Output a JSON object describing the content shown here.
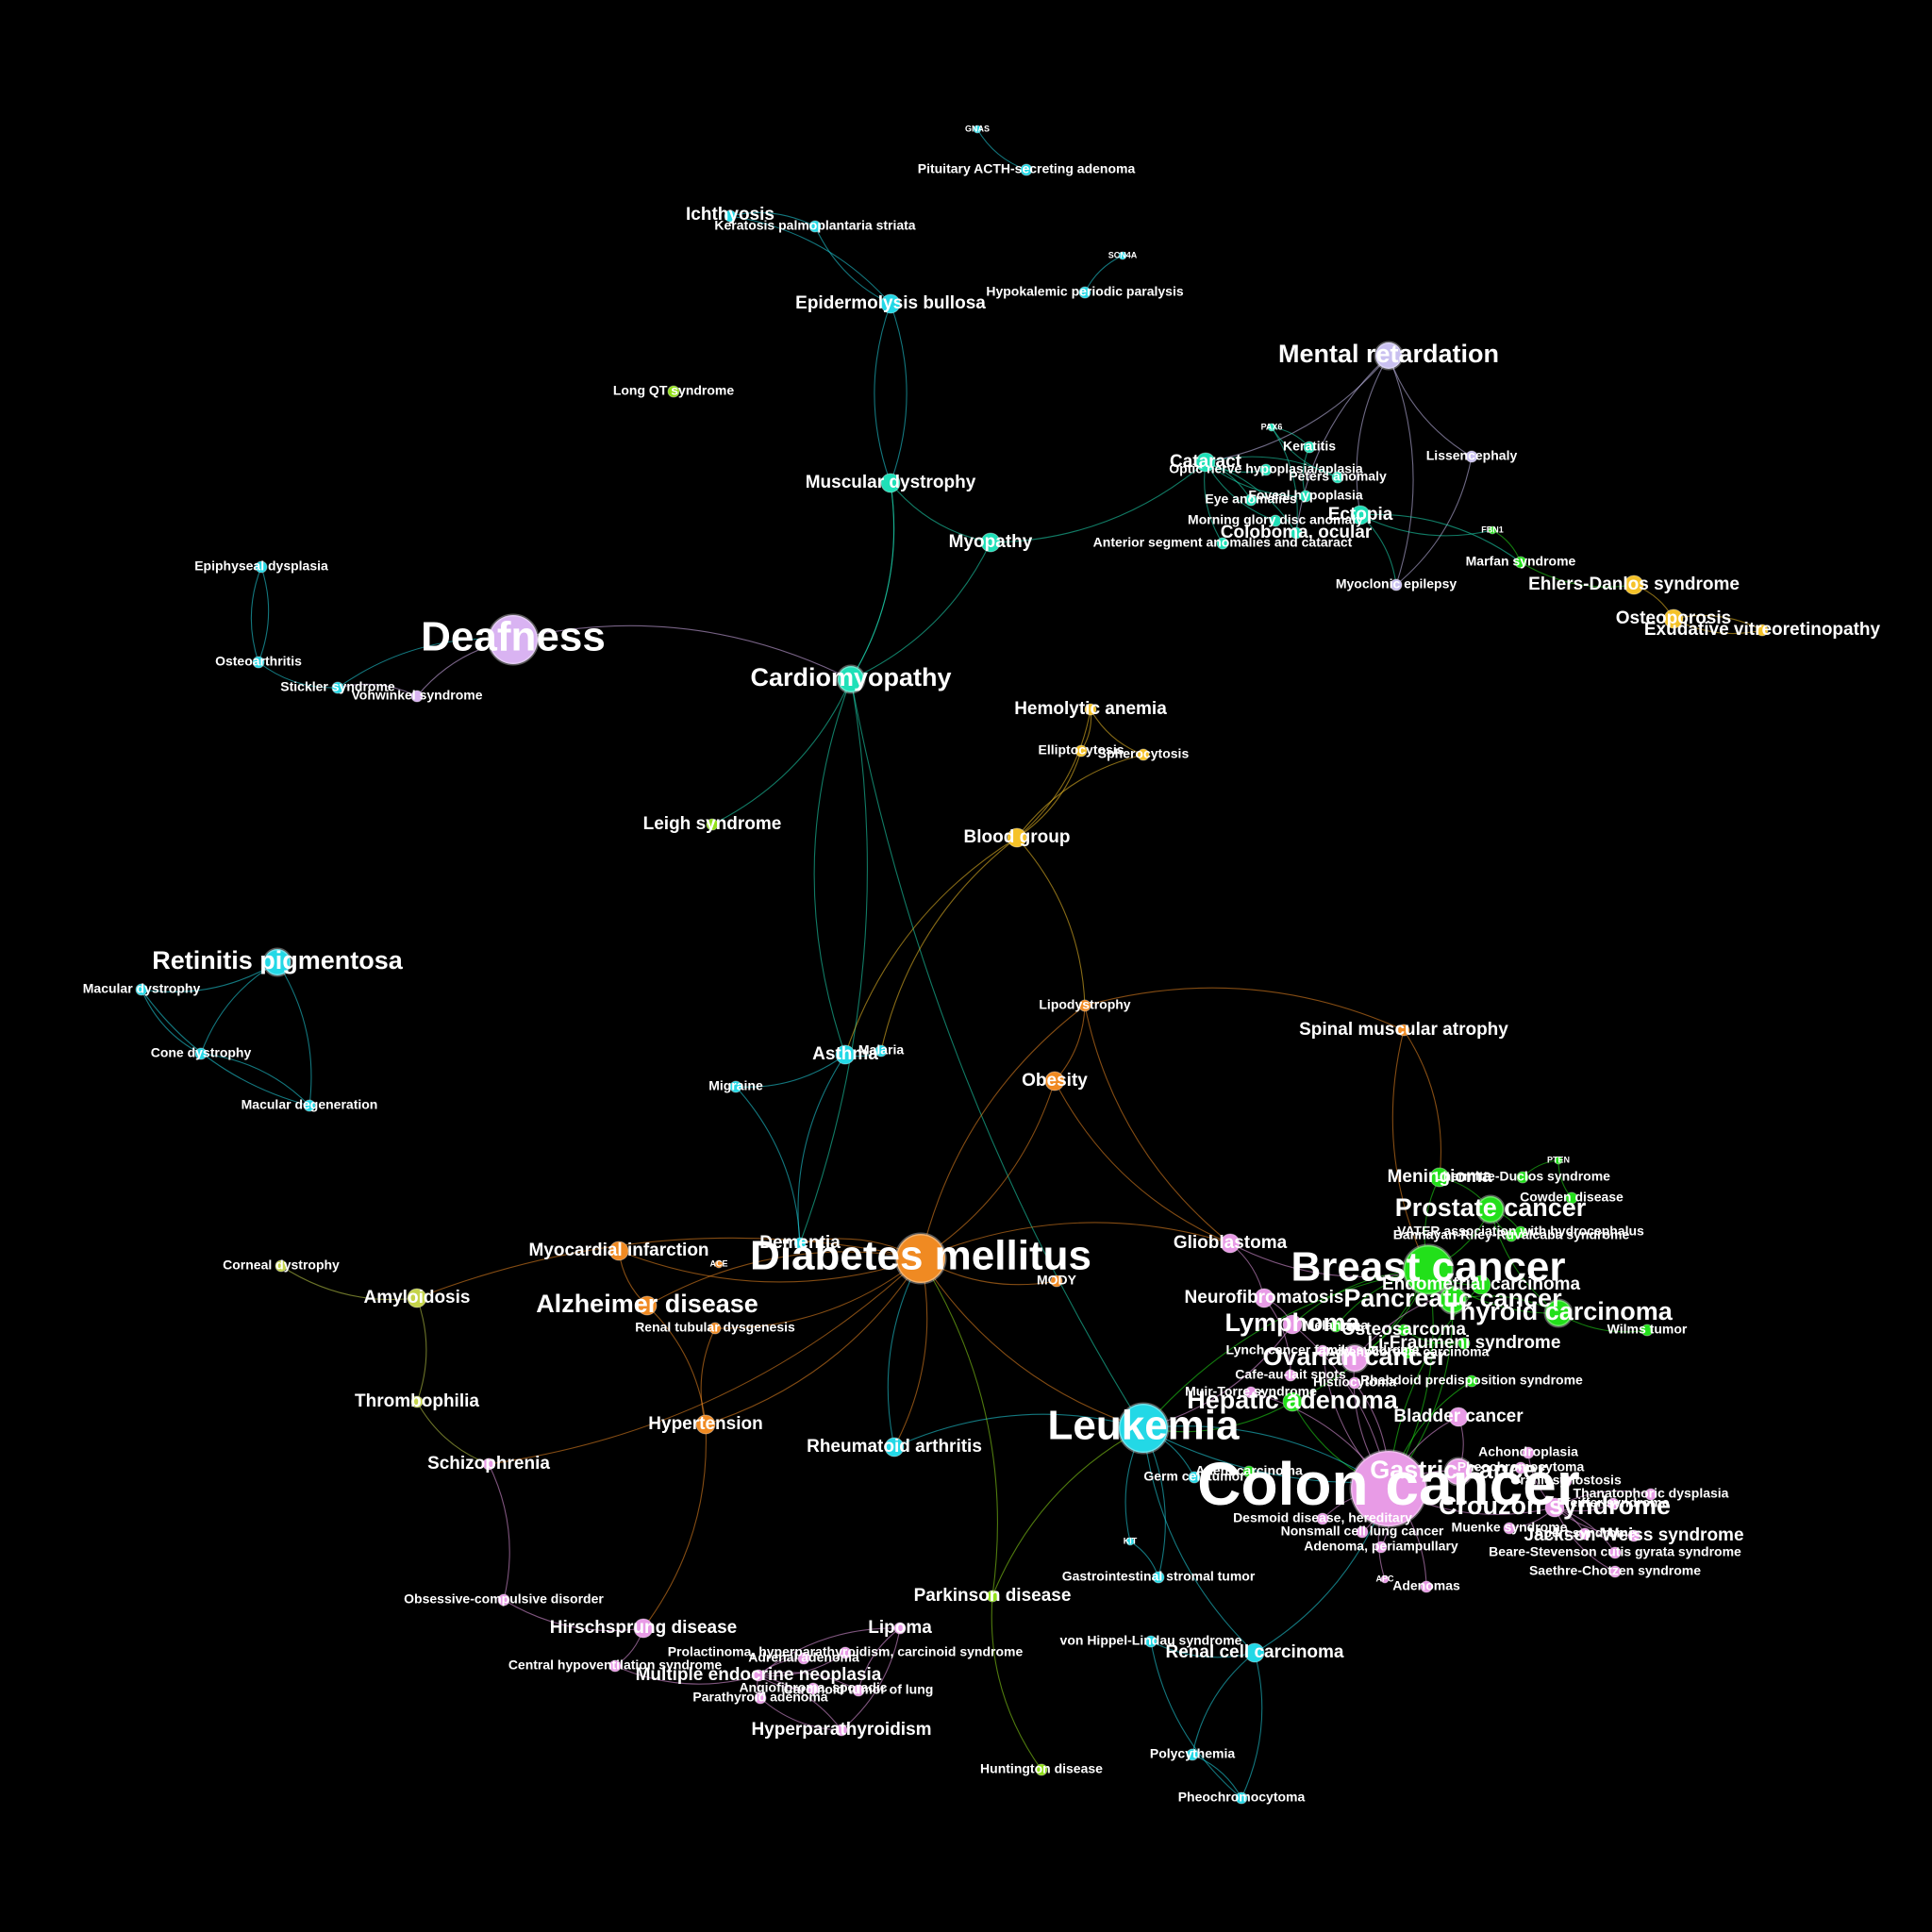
{
  "colors": {
    "background": "#000000",
    "cyan": "#23d8e6",
    "teal": "#1fe0b8",
    "lavender": "#c9c0f0",
    "purple": "#d9b3f2",
    "green": "#22e01a",
    "lime": "#92e019",
    "yellow": "#f5c228",
    "orange": "#f08a22",
    "pink": "#e89be6",
    "olive": "#c5d44a",
    "label": "#ffffff"
  },
  "graph": {
    "nodes": [
      {
        "id": "gnas",
        "label": "GNAS",
        "color": "cyan",
        "size": "tiny",
        "tier": 0
      },
      {
        "id": "pit",
        "label": "Pituitary ACTH-secreting adenoma",
        "color": "cyan",
        "size": "small",
        "tier": 1
      },
      {
        "id": "ichthyosis",
        "label": "Ichthyosis",
        "color": "cyan",
        "size": "small",
        "tier": 2
      },
      {
        "id": "keratosis",
        "label": "Keratosis palmoplantaria striata",
        "color": "cyan",
        "size": "small",
        "tier": 1
      },
      {
        "id": "scn4a",
        "label": "SCN4A",
        "color": "cyan",
        "size": "tiny",
        "tier": 0
      },
      {
        "id": "hypokal",
        "label": "Hypokalemic periodic paralysis",
        "color": "cyan",
        "size": "small",
        "tier": 1
      },
      {
        "id": "epiderm",
        "label": "Epidermolysis bullosa",
        "color": "cyan",
        "size": "medium",
        "tier": 2
      },
      {
        "id": "longqt",
        "label": "Long QT syndrome",
        "color": "lime",
        "size": "small",
        "tier": 1
      },
      {
        "id": "mental",
        "label": "Mental retardation",
        "color": "lavender",
        "size": "large",
        "tier": 3
      },
      {
        "id": "pax6",
        "label": "PAX6",
        "color": "teal",
        "size": "tiny",
        "tier": 0
      },
      {
        "id": "keratitis",
        "label": "Keratitis",
        "color": "teal",
        "size": "small",
        "tier": 1
      },
      {
        "id": "cataract",
        "label": "Cataract",
        "color": "teal",
        "size": "medium",
        "tier": 2
      },
      {
        "id": "optic",
        "label": "Optic nerve hypoplasia/aplasia",
        "color": "teal",
        "size": "small",
        "tier": 1
      },
      {
        "id": "peters",
        "label": "Peters anomaly",
        "color": "teal",
        "size": "small",
        "tier": 1
      },
      {
        "id": "lissen",
        "label": "Lissencephaly",
        "color": "lavender",
        "size": "small",
        "tier": 1
      },
      {
        "id": "muscular",
        "label": "Muscular dystrophy",
        "color": "teal",
        "size": "medium",
        "tier": 2
      },
      {
        "id": "foveal",
        "label": "Foveal hypoplasia",
        "color": "teal",
        "size": "small",
        "tier": 1
      },
      {
        "id": "eyeanom",
        "label": "Eye anomalies",
        "color": "teal",
        "size": "small",
        "tier": 1
      },
      {
        "id": "ectopia",
        "label": "Ectopia",
        "color": "teal",
        "size": "medium",
        "tier": 2
      },
      {
        "id": "morning",
        "label": "Morning glory disc anomaly",
        "color": "teal",
        "size": "small",
        "tier": 1
      },
      {
        "id": "coloboma",
        "label": "Coloboma, ocular",
        "color": "teal",
        "size": "small",
        "tier": 2
      },
      {
        "id": "myopathy",
        "label": "Myopathy",
        "color": "teal",
        "size": "medium",
        "tier": 2
      },
      {
        "id": "anterior",
        "label": "Anterior segment anomalies and cataract",
        "color": "teal",
        "size": "small",
        "tier": 1
      },
      {
        "id": "fbn1",
        "label": "FBN1",
        "color": "green",
        "size": "tiny",
        "tier": 0
      },
      {
        "id": "marfan",
        "label": "Marfan syndrome",
        "color": "green",
        "size": "small",
        "tier": 1
      },
      {
        "id": "myoclonic",
        "label": "Myoclonic epilepsy",
        "color": "lavender",
        "size": "small",
        "tier": 1
      },
      {
        "id": "ehlers",
        "label": "Ehlers-Danlos syndrome",
        "color": "yellow",
        "size": "medium",
        "tier": 2
      },
      {
        "id": "osteoporosis",
        "label": "Osteoporosis",
        "color": "yellow",
        "size": "medium",
        "tier": 2
      },
      {
        "id": "exudative",
        "label": "Exudative vitreoretinopathy",
        "color": "yellow",
        "size": "small",
        "tier": 2
      },
      {
        "id": "epiphyseal",
        "label": "Epiphyseal dysplasia",
        "color": "cyan",
        "size": "small",
        "tier": 1
      },
      {
        "id": "deafness",
        "label": "Deafness",
        "color": "purple",
        "size": "huge",
        "tier": 4
      },
      {
        "id": "osteoarthritis",
        "label": "Osteoarthritis",
        "color": "cyan",
        "size": "small",
        "tier": 1
      },
      {
        "id": "stickler",
        "label": "Stickler syndrome",
        "color": "cyan",
        "size": "small",
        "tier": 1
      },
      {
        "id": "vohwinkel",
        "label": "Vohwinkel syndrome",
        "color": "purple",
        "size": "small",
        "tier": 1
      },
      {
        "id": "cardiomyopathy",
        "label": "Cardiomyopathy",
        "color": "teal",
        "size": "large",
        "tier": 3
      },
      {
        "id": "hemolytic",
        "label": "Hemolytic anemia",
        "color": "yellow",
        "size": "small",
        "tier": 2
      },
      {
        "id": "elliptocytosis",
        "label": "Elliptocytosis",
        "color": "yellow",
        "size": "small",
        "tier": 1
      },
      {
        "id": "spherocytosis",
        "label": "Spherocytosis",
        "color": "yellow",
        "size": "small",
        "tier": 1
      },
      {
        "id": "leigh",
        "label": "Leigh syndrome",
        "color": "lime",
        "size": "small",
        "tier": 2
      },
      {
        "id": "bloodgroup",
        "label": "Blood group",
        "color": "yellow",
        "size": "medium",
        "tier": 2
      },
      {
        "id": "retinitis",
        "label": "Retinitis pigmentosa",
        "color": "cyan",
        "size": "large",
        "tier": 3
      },
      {
        "id": "macdys",
        "label": "Macular dystrophy",
        "color": "cyan",
        "size": "small",
        "tier": 1
      },
      {
        "id": "conedys",
        "label": "Cone dystrophy",
        "color": "cyan",
        "size": "small",
        "tier": 1
      },
      {
        "id": "macdeg",
        "label": "Macular degeneration",
        "color": "cyan",
        "size": "small",
        "tier": 1
      },
      {
        "id": "lipodystrophy",
        "label": "Lipodystrophy",
        "color": "orange",
        "size": "small",
        "tier": 1
      },
      {
        "id": "sma",
        "label": "Spinal muscular atrophy",
        "color": "orange",
        "size": "small",
        "tier": 2
      },
      {
        "id": "asthma",
        "label": "Asthma",
        "color": "cyan",
        "size": "medium",
        "tier": 2
      },
      {
        "id": "malaria",
        "label": "Malaria",
        "color": "cyan",
        "size": "small",
        "tier": 1
      },
      {
        "id": "obesity",
        "label": "Obesity",
        "color": "orange",
        "size": "medium",
        "tier": 2
      },
      {
        "id": "migraine",
        "label": "Migraine",
        "color": "cyan",
        "size": "small",
        "tier": 1
      },
      {
        "id": "corneal",
        "label": "Corneal dystrophy",
        "color": "olive",
        "size": "small",
        "tier": 1
      },
      {
        "id": "amyloidosis",
        "label": "Amyloidosis",
        "color": "olive",
        "size": "medium",
        "tier": 2
      },
      {
        "id": "myocardial",
        "label": "Myocardial infarction",
        "color": "orange",
        "size": "medium",
        "tier": 2
      },
      {
        "id": "ace",
        "label": "ACE",
        "color": "orange",
        "size": "tiny",
        "tier": 0
      },
      {
        "id": "dementia",
        "label": "Dementia",
        "color": "cyan",
        "size": "small",
        "tier": 2
      },
      {
        "id": "diabetes",
        "label": "Diabetes mellitus",
        "color": "orange",
        "size": "huge",
        "tier": 4
      },
      {
        "id": "glioblastoma",
        "label": "Glioblastoma",
        "color": "pink",
        "size": "medium",
        "tier": 2
      },
      {
        "id": "mody",
        "label": "MODY",
        "color": "orange",
        "size": "small",
        "tier": 1
      },
      {
        "id": "alzheimer",
        "label": "Alzheimer disease",
        "color": "orange",
        "size": "medium",
        "tier": 3
      },
      {
        "id": "renaltub",
        "label": "Renal tubular dysgenesis",
        "color": "orange",
        "size": "small",
        "tier": 1
      },
      {
        "id": "meningioma",
        "label": "Meningioma",
        "color": "green",
        "size": "medium",
        "tier": 2
      },
      {
        "id": "lhermitte",
        "label": "Lhermitte-Duclos syndrome",
        "color": "green",
        "size": "small",
        "tier": 1
      },
      {
        "id": "pten",
        "label": "PTEN",
        "color": "green",
        "size": "tiny",
        "tier": 0
      },
      {
        "id": "cowden",
        "label": "Cowden disease",
        "color": "green",
        "size": "small",
        "tier": 1
      },
      {
        "id": "prostate",
        "label": "Prostate cancer",
        "color": "green",
        "size": "large",
        "tier": 3
      },
      {
        "id": "vater",
        "label": "VATER association with hydrocephalus",
        "color": "green",
        "size": "small",
        "tier": 1
      },
      {
        "id": "bannayan",
        "label": "Bannayan-Riley-Ruvalcaba syndrome",
        "color": "green",
        "size": "small",
        "tier": 1
      },
      {
        "id": "breast",
        "label": "Breast cancer",
        "color": "green",
        "size": "huge",
        "tier": 4
      },
      {
        "id": "endometrial",
        "label": "Endometrial carcinoma",
        "color": "green",
        "size": "medium",
        "tier": 2
      },
      {
        "id": "neurofib",
        "label": "Neurofibromatosis",
        "color": "pink",
        "size": "medium",
        "tier": 2
      },
      {
        "id": "pancreatic",
        "label": "Pancreatic cancer",
        "color": "green",
        "size": "large",
        "tier": 3
      },
      {
        "id": "thyroid",
        "label": "Thyroid carcinoma",
        "color": "green",
        "size": "large",
        "tier": 3
      },
      {
        "id": "lymphoma",
        "label": "Lymphoma",
        "color": "pink",
        "size": "medium",
        "tier": 3
      },
      {
        "id": "melanoma",
        "label": "Melanoma",
        "color": "green",
        "size": "small",
        "tier": 1
      },
      {
        "id": "osteosarcoma",
        "label": "Osteosarcoma",
        "color": "green",
        "size": "small",
        "tier": 2
      },
      {
        "id": "wilms",
        "label": "Wilms tumor",
        "color": "green",
        "size": "small",
        "tier": 1
      },
      {
        "id": "lynch",
        "label": "Lynch cancer family syndrome",
        "color": "pink",
        "size": "small",
        "tier": 1
      },
      {
        "id": "lifraumeni",
        "label": "Li-Fraumeni syndrome",
        "color": "green",
        "size": "small",
        "tier": 2
      },
      {
        "id": "ovarian",
        "label": "Ovarian cancer",
        "color": "pink",
        "size": "large",
        "tier": 3
      },
      {
        "id": "adrenocortical",
        "label": "Adrenocortical carcinoma",
        "color": "green",
        "size": "small",
        "tier": 1
      },
      {
        "id": "cafeaulait",
        "label": "Cafe-au-lait spots",
        "color": "pink",
        "size": "small",
        "tier": 1
      },
      {
        "id": "histiocytoma",
        "label": "Histiocytoma",
        "color": "pink",
        "size": "small",
        "tier": 1
      },
      {
        "id": "rhabdoid",
        "label": "Rhabdoid predisposition syndrome",
        "color": "green",
        "size": "small",
        "tier": 1
      },
      {
        "id": "muirtorre",
        "label": "Muir-Torre syndrome",
        "color": "pink",
        "size": "small",
        "tier": 1
      },
      {
        "id": "hepatic",
        "label": "Hepatic adenoma",
        "color": "green",
        "size": "medium",
        "tier": 3
      },
      {
        "id": "bladder",
        "label": "Bladder cancer",
        "color": "pink",
        "size": "medium",
        "tier": 2
      },
      {
        "id": "leukemia",
        "label": "Leukemia",
        "color": "cyan",
        "size": "huge",
        "tier": 4
      },
      {
        "id": "achondroplasia",
        "label": "Achondroplasia",
        "color": "pink",
        "size": "small",
        "tier": 1
      },
      {
        "id": "pheochromo2",
        "label": "Pheochromocytoma",
        "color": "pink",
        "size": "small",
        "tier": 1
      },
      {
        "id": "gastric",
        "label": "Gastric cancer",
        "color": "pink",
        "size": "large",
        "tier": 3
      },
      {
        "id": "colon",
        "label": "Colon cancer",
        "color": "pink",
        "size": "huge",
        "tier": 5
      },
      {
        "id": "germcell",
        "label": "Germ cell tumor",
        "color": "cyan",
        "size": "small",
        "tier": 1
      },
      {
        "id": "adenocarcinoma",
        "label": "Adenocarcinoma",
        "color": "green",
        "size": "small",
        "tier": 1
      },
      {
        "id": "craniosyn",
        "label": "Craniosynostosis",
        "color": "pink",
        "size": "small",
        "tier": 1
      },
      {
        "id": "thanatophoric",
        "label": "Thanatophoric dysplasia",
        "color": "pink",
        "size": "small",
        "tier": 1
      },
      {
        "id": "crouzon",
        "label": "Crouzon syndrome",
        "color": "pink",
        "size": "medium",
        "tier": 3
      },
      {
        "id": "pfeiffer",
        "label": "Pfeiffer syndrome",
        "color": "pink",
        "size": "small",
        "tier": 1
      },
      {
        "id": "desmoid",
        "label": "Desmoid disease, hereditary",
        "color": "pink",
        "size": "small",
        "tier": 1
      },
      {
        "id": "nonsmall",
        "label": "Nonsmall cell lung cancer",
        "color": "pink",
        "size": "small",
        "tier": 1
      },
      {
        "id": "muenke",
        "label": "Muenke syndrome",
        "color": "pink",
        "size": "small",
        "tier": 1
      },
      {
        "id": "apert",
        "label": "Apert syndrome",
        "color": "pink",
        "size": "small",
        "tier": 1
      },
      {
        "id": "jackson",
        "label": "Jackson-Weiss syndrome",
        "color": "pink",
        "size": "small",
        "tier": 2
      },
      {
        "id": "adenomamulti",
        "label": "Adenoma, periampullary",
        "color": "pink",
        "size": "small",
        "tier": 1
      },
      {
        "id": "beare",
        "label": "Beare-Stevenson cutis gyrata syndrome",
        "color": "pink",
        "size": "small",
        "tier": 1
      },
      {
        "id": "saethre",
        "label": "Saethre-Chotzen syndrome",
        "color": "pink",
        "size": "small",
        "tier": 1
      },
      {
        "id": "adenomas",
        "label": "Adenomas",
        "color": "pink",
        "size": "small",
        "tier": 1
      },
      {
        "id": "apc",
        "label": "APC",
        "color": "pink",
        "size": "tiny",
        "tier": 0
      },
      {
        "id": "kit",
        "label": "KIT",
        "color": "cyan",
        "size": "tiny",
        "tier": 0
      },
      {
        "id": "gist",
        "label": "Gastrointestinal stromal tumor",
        "color": "cyan",
        "size": "small",
        "tier": 1
      },
      {
        "id": "parkinson",
        "label": "Parkinson disease",
        "color": "lime",
        "size": "small",
        "tier": 2
      },
      {
        "id": "vhl",
        "label": "von Hippel-Lindau syndrome",
        "color": "cyan",
        "size": "small",
        "tier": 1
      },
      {
        "id": "renalcell",
        "label": "Renal cell carcinoma",
        "color": "cyan",
        "size": "medium",
        "tier": 2
      },
      {
        "id": "polycythemia",
        "label": "Polycythemia",
        "color": "cyan",
        "size": "small",
        "tier": 1
      },
      {
        "id": "pheochromo",
        "label": "Pheochromocytoma",
        "color": "cyan",
        "size": "small",
        "tier": 1
      },
      {
        "id": "huntington",
        "label": "Huntington disease",
        "color": "lime",
        "size": "small",
        "tier": 1
      },
      {
        "id": "rheumatoid",
        "label": "Rheumatoid arthritis",
        "color": "cyan",
        "size": "medium",
        "tier": 2
      },
      {
        "id": "hypertension",
        "label": "Hypertension",
        "color": "orange",
        "size": "medium",
        "tier": 2
      },
      {
        "id": "thrombophilia",
        "label": "Thrombophilia",
        "color": "olive",
        "size": "small",
        "tier": 2
      },
      {
        "id": "schizophrenia",
        "label": "Schizophrenia",
        "color": "pink",
        "size": "small",
        "tier": 2
      },
      {
        "id": "ocd",
        "label": "Obsessive-compulsive disorder",
        "color": "pink",
        "size": "small",
        "tier": 1
      },
      {
        "id": "hirschsprung",
        "label": "Hirschsprung disease",
        "color": "pink",
        "size": "medium",
        "tier": 2
      },
      {
        "id": "central",
        "label": "Central hypoventilation syndrome",
        "color": "pink",
        "size": "small",
        "tier": 1
      },
      {
        "id": "lipoma",
        "label": "Lipoma",
        "color": "pink",
        "size": "small",
        "tier": 2
      },
      {
        "id": "prolactinoma",
        "label": "Prolactinoma, hyperparathyroidism, carcinoid syndrome",
        "color": "pink",
        "size": "small",
        "tier": 1
      },
      {
        "id": "men",
        "label": "Multiple endocrine neoplasia",
        "color": "pink",
        "size": "small",
        "tier": 2
      },
      {
        "id": "adrenal",
        "label": "Adrenal adenoma",
        "color": "pink",
        "size": "small",
        "tier": 1
      },
      {
        "id": "angio",
        "label": "Angiofibroma, sporadic",
        "color": "pink",
        "size": "small",
        "tier": 1
      },
      {
        "id": "carcinoid",
        "label": "Carcinoid tumor of lung",
        "color": "pink",
        "size": "small",
        "tier": 1
      },
      {
        "id": "parathyroid",
        "label": "Parathyroid adenoma",
        "color": "pink",
        "size": "small",
        "tier": 1
      },
      {
        "id": "hyperpara",
        "label": "Hyperparathyroidism",
        "color": "pink",
        "size": "small",
        "tier": 2
      }
    ]
  }
}
